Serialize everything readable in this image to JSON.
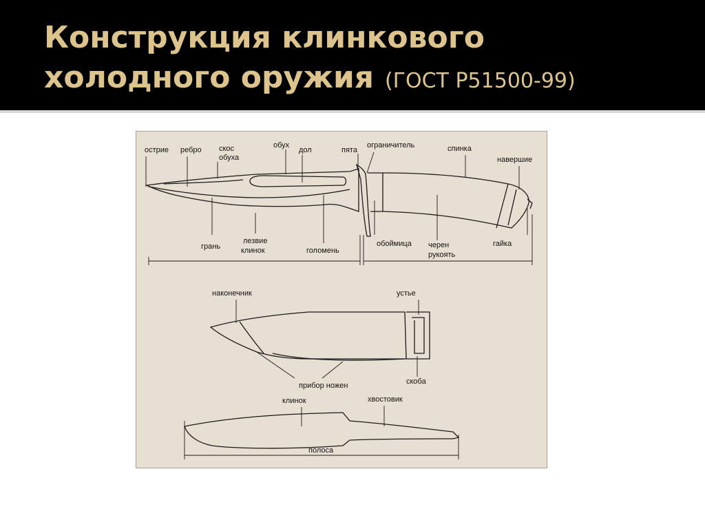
{
  "slide": {
    "title_line1": "Конструкция клинкового",
    "title_line2": "холодного оружия",
    "title_standard": "(ГОСТ Р51500-99)"
  },
  "diagram": {
    "knife_labels": {
      "ostrie": "острие",
      "rebro": "ребро",
      "skos1": "скос",
      "skos2": "обуха",
      "obuh": "обух",
      "dol": "дол",
      "pyata": "пята",
      "ogranichitel": "ограничитель",
      "spinka": "спинка",
      "navershie": "навершие",
      "gran": "грань",
      "lezvie": "лезвие",
      "klinok": "клинок",
      "golomen": "голомень",
      "oboymitsa": "обоймица",
      "cheren": "черен",
      "rukoyat": "рукоять",
      "gayka": "гайка"
    },
    "sheath_labels": {
      "nakonechnik": "наконечник",
      "ustye": "устье",
      "pribor": "прибор ножен",
      "skoba": "скоба"
    },
    "blank_labels": {
      "klinok": "клинок",
      "hvostovik": "хвостовик",
      "polosa": "полоса"
    }
  }
}
